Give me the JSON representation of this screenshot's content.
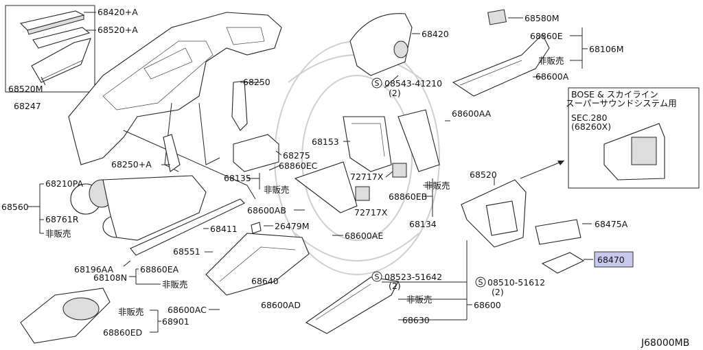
{
  "diagram_code": "J68000MB",
  "not_for_sale": "非販売",
  "bose_note": {
    "line1": "BOSE & スカイライン",
    "line2": "スーパーサウンドシステム用",
    "sec": "SEC.280",
    "sec_sub": "(68260X)"
  },
  "labels": {
    "p68420A": "68420+A",
    "p68520A": "68520+A",
    "p68520M": "68520M",
    "p68247": "68247",
    "p68250": "68250",
    "p68250A": "68250+A",
    "p68275": "68275",
    "p68860EC": "68860EC",
    "p68135": "68135",
    "p68210PA": "68210PA",
    "p68560": "68560",
    "p68761R": "68761R",
    "p68600AB": "68600AB",
    "p68411": "68411",
    "p26479M": "26479M",
    "p68551": "68551",
    "p68600AE": "68600AE",
    "p68196AA": "68196AA",
    "p68860EA": "68860EA",
    "p68108N": "68108N",
    "p68640": "68640",
    "p68600AD": "68600AD",
    "p68600AC": "68600AC",
    "p68901": "68901",
    "p68860ED": "68860ED",
    "p68420": "68420",
    "s08543": "08543-41210",
    "s08543q": "(2)",
    "p68153": "68153",
    "p68600AA": "68600AA",
    "p72717X_a": "72717X",
    "p72717X_b": "72717X",
    "p68860EB": "68860EB",
    "p68134": "68134",
    "p68580M": "68580M",
    "p68860E": "68860E",
    "p68106M": "68106M",
    "p68600A": "68600A",
    "p68520": "68520",
    "p68475A": "68475A",
    "p68470": "68470",
    "s08510": "08510-51612",
    "s08510q": "(2)",
    "s08523": "08523-51642",
    "s08523q": "(2)",
    "p68600": "68600",
    "p68630": "68630"
  },
  "s_symbol": "S"
}
